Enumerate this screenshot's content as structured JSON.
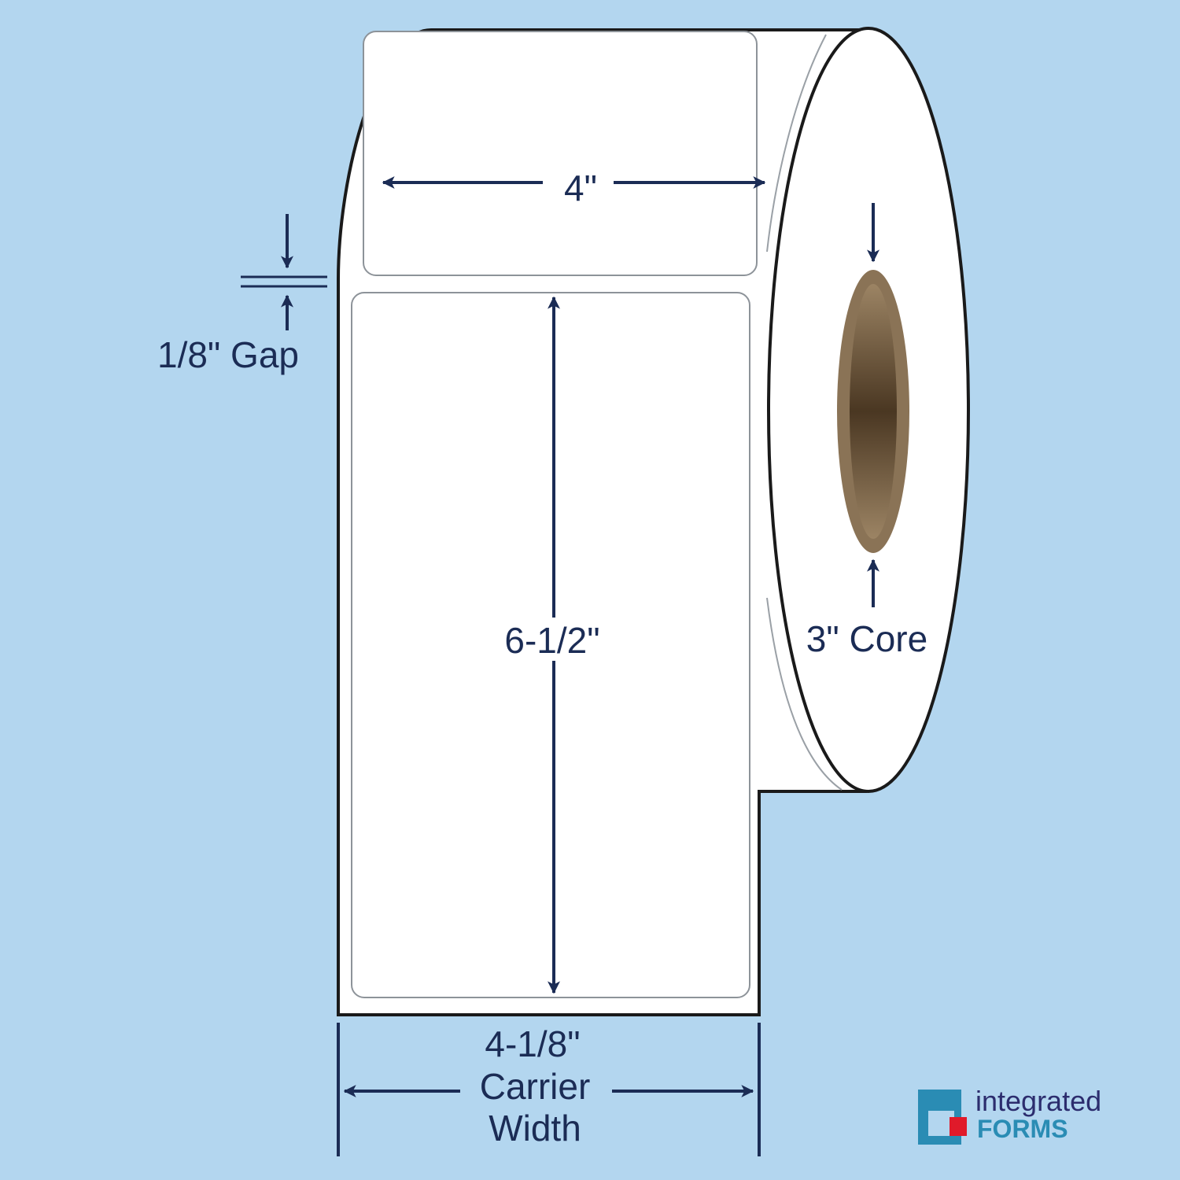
{
  "dimensions": {
    "label_width": "4\"",
    "label_height": "6-1/2\"",
    "gap": "1/8\" Gap",
    "core": "3\" Core",
    "carrier_line1": "4-1/8\"",
    "carrier_line2": "Carrier",
    "carrier_line3": "Width"
  },
  "logo": {
    "word1": "integrated",
    "word2": "FORMS"
  },
  "colors": {
    "background": "#b3d6ef",
    "dimension_lines": "#1b2c55",
    "roll_outline": "#1a1a1a",
    "label_stock": "#ffffff",
    "core_outer": "#8a7356",
    "core_inner": "#4e3b26",
    "logo_teal": "#2a8cb4",
    "logo_red": "#e01a2a",
    "logo_text_dark": "#2c2d6e",
    "logo_text_blue": "#2a8cb4"
  }
}
